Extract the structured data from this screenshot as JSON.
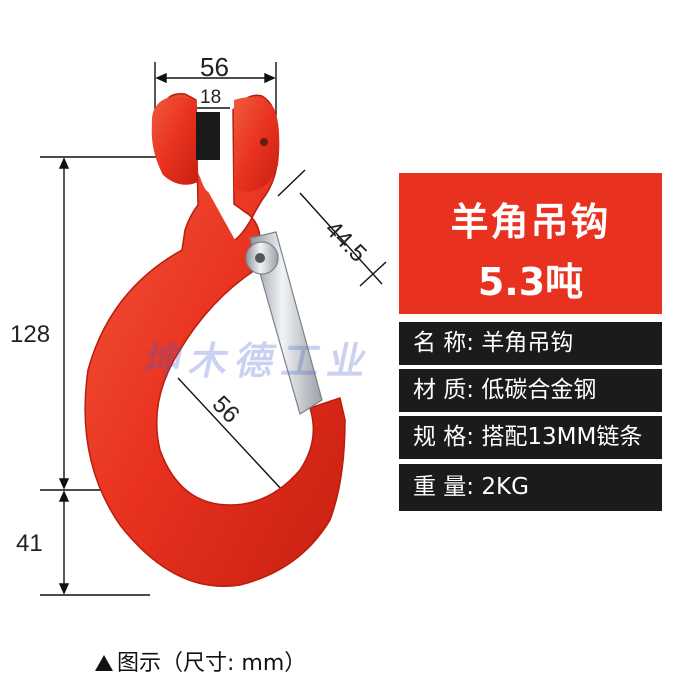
{
  "dimensions": {
    "top_width": "56",
    "slot_width": "18",
    "height_main": "128",
    "height_lower": "41",
    "throat": "56",
    "latch": "44.5"
  },
  "info_panel": {
    "title_line1": "羊角吊钩",
    "title_line2": "5.3吨",
    "rows": [
      {
        "text": "名 称: 羊角吊钩"
      },
      {
        "text": "材 质: 低碳合金钢"
      },
      {
        "text": "规 格: 搭配13MM链条"
      },
      {
        "text": "重 量: 2KG"
      }
    ]
  },
  "watermark": "坤木德工业",
  "caption": "图示（尺寸: mm）",
  "colors": {
    "hook_red": "#e8321f",
    "panel_black": "#1b1b1b",
    "latch_silver": "#c9cdd2"
  }
}
